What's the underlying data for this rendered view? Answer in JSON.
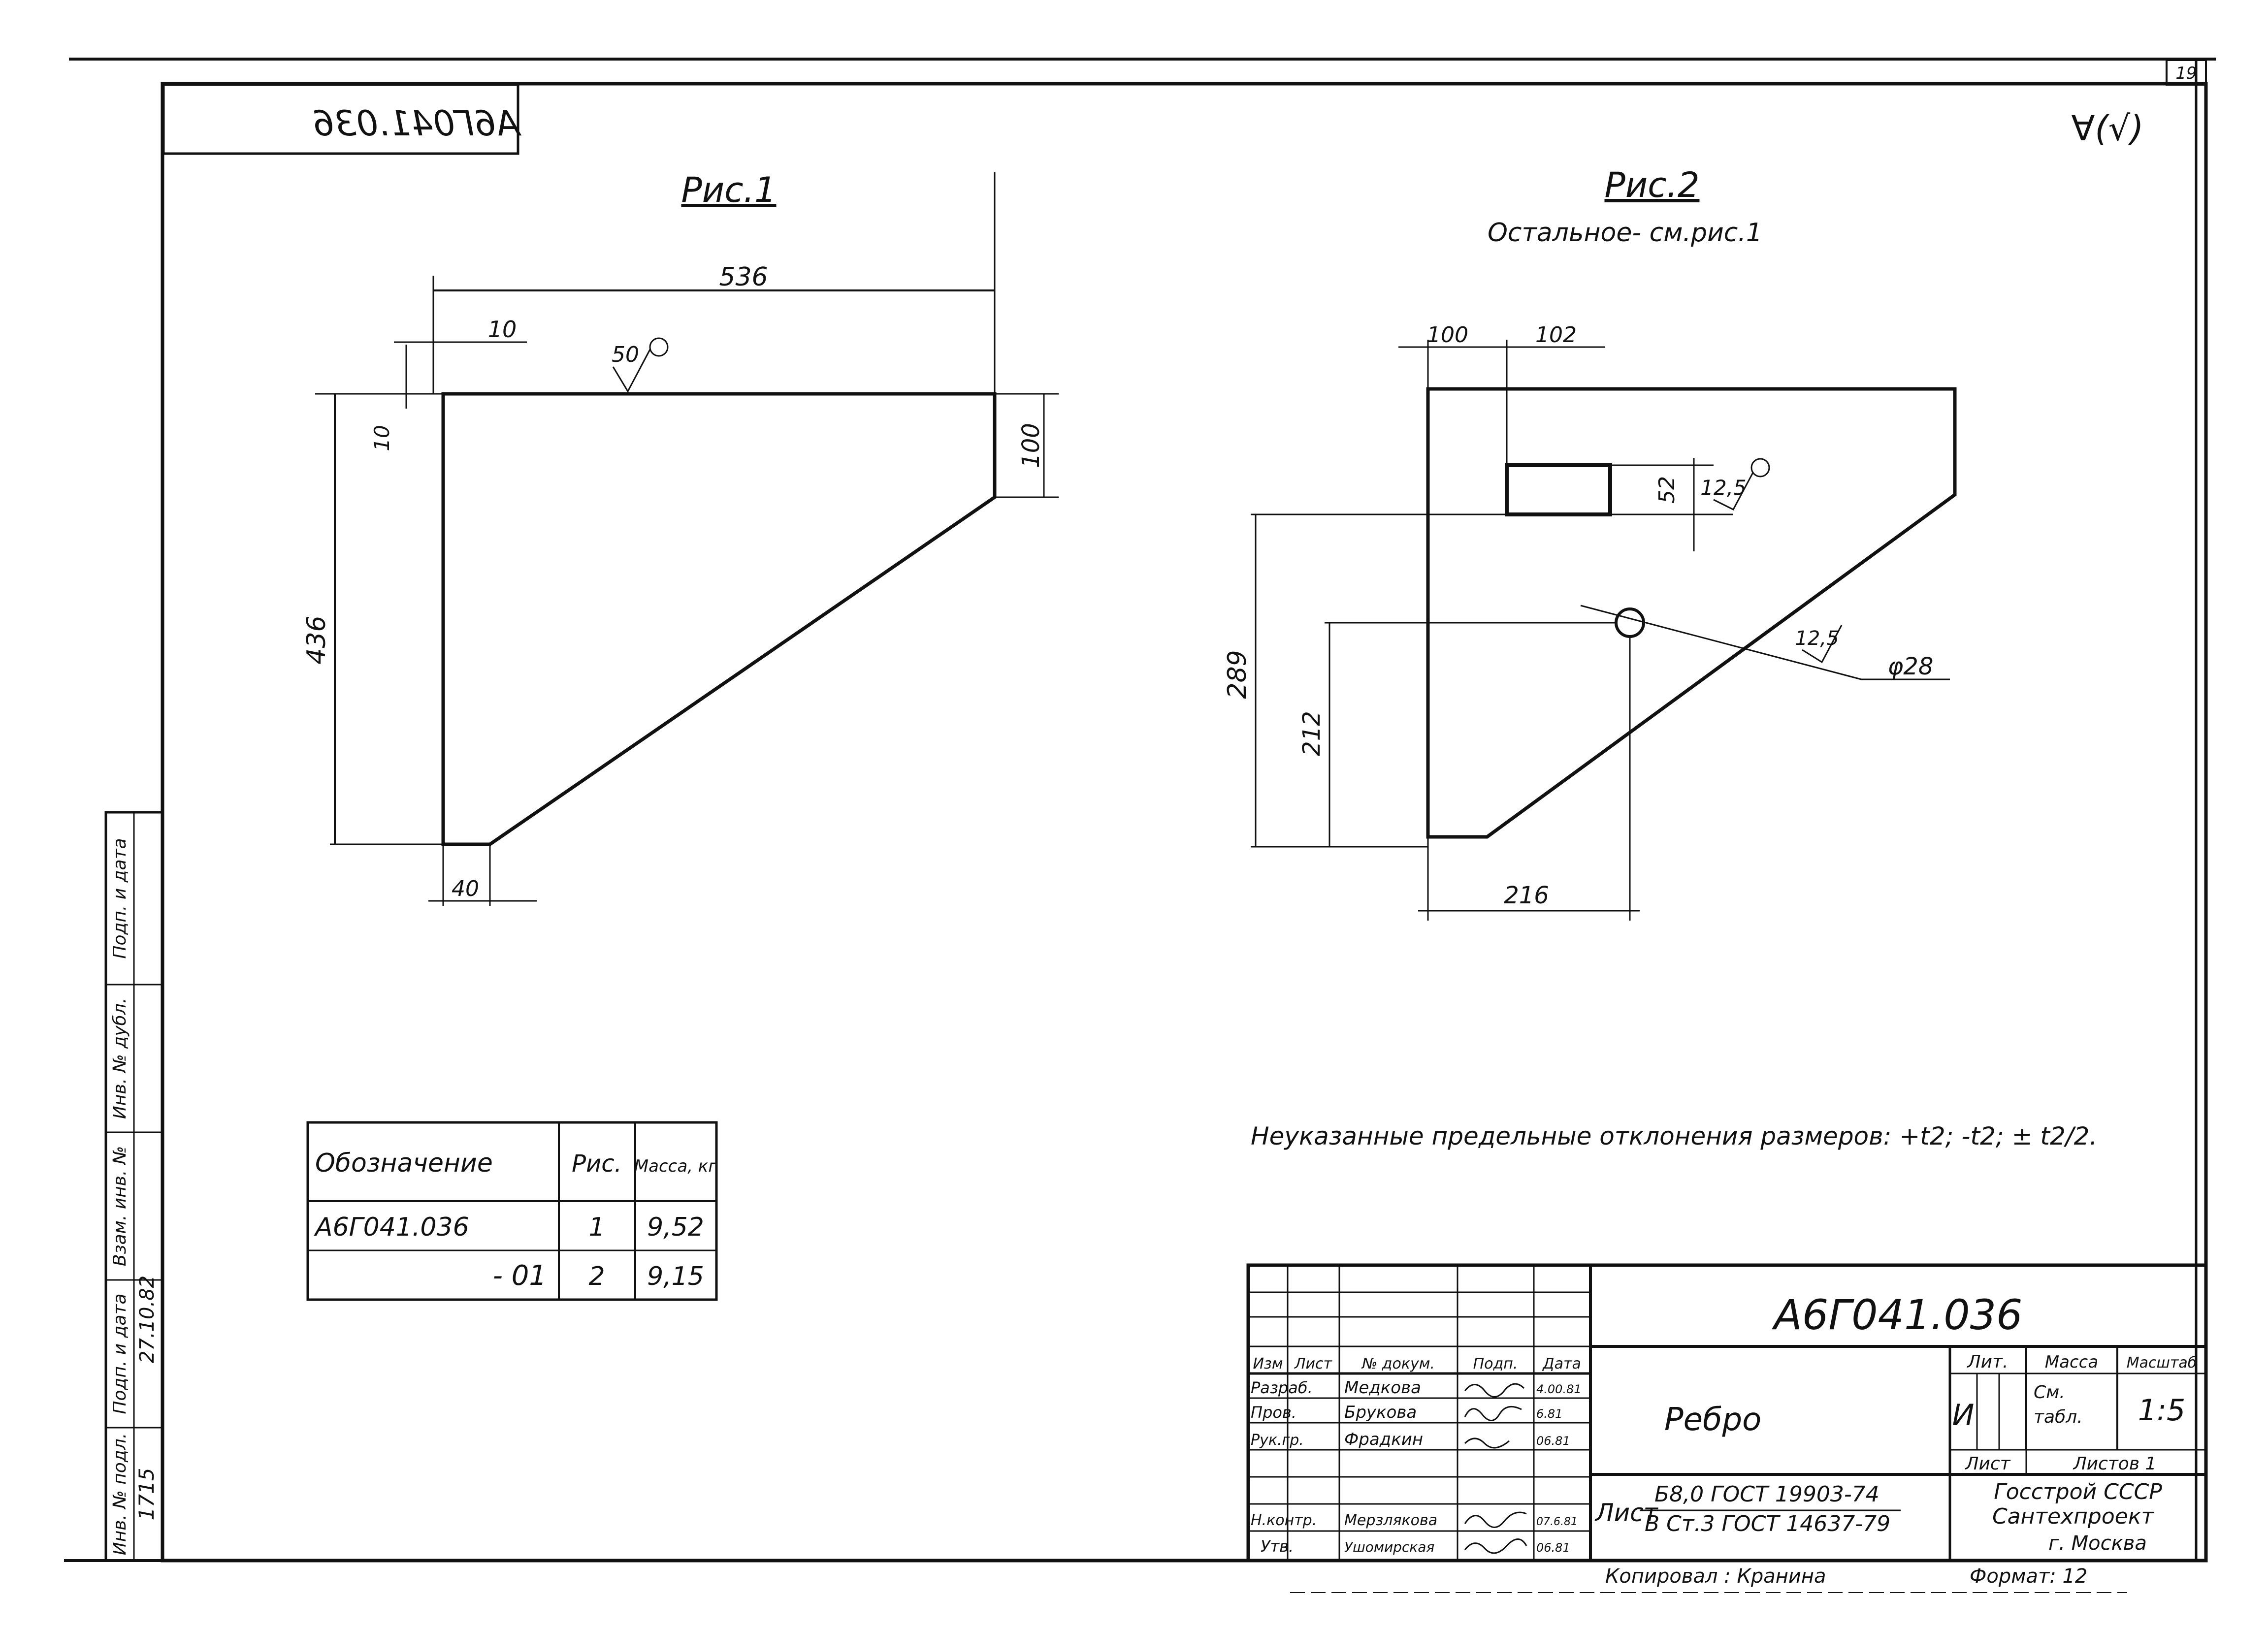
{
  "sheet_number": "19",
  "code_stamp": "А6Г041.036",
  "roughness_note": "∀(√)",
  "fig1": {
    "title": "Рис.1",
    "dims": {
      "total_width": "536",
      "offset_top": "10",
      "offset_left": "10",
      "height": "436",
      "right_edge": "100",
      "bottom": "40"
    },
    "roughness": "50"
  },
  "fig2": {
    "title": "Рис.2",
    "subtitle": "Остальное- см.рис.1",
    "dims": {
      "left": "100",
      "slot_width": "102",
      "slot_height": "52",
      "slot_roughness": "12,5",
      "hole_height": "289",
      "hole_y": "212",
      "bottom": "216",
      "hole_roughness": "12,5",
      "hole_diameter": "φ28"
    }
  },
  "table": {
    "headers": [
      "Обозначение",
      "Рис.",
      "Масса, кг"
    ],
    "rows": [
      [
        "А6Г041.036",
        "1",
        "9,52"
      ],
      [
        "- 01",
        "2",
        "9,15"
      ]
    ]
  },
  "tolerance_note": "Неуказанные предельные отклонения размеров: +t2; -t2; ± t2/2.",
  "side_strip": {
    "labels": [
      "Инв. № подл.",
      "Подп. и дата",
      "Взам. инв. №",
      "Инв. № дубл.",
      "Подп. и дата"
    ],
    "inv_number": "1715",
    "sign_date": "27.10.82"
  },
  "title_block": {
    "doc_code": "А6Г041.036",
    "part_name": "Ребро",
    "header_labels": [
      "Изм",
      "Лист",
      "№ докум.",
      "Подп.",
      "Дата"
    ],
    "signers": [
      {
        "role": "Разраб.",
        "name": "Медкова",
        "date": "4.00.81"
      },
      {
        "role": "Пров.",
        "name": "Брукова",
        "date": "6.81"
      },
      {
        "role": "Рук.гр.",
        "name": "Фрадкин",
        "date": "06.81"
      },
      {
        "role": "Н.контр.",
        "name": "Мерзлякова",
        "date": "07.6.81"
      },
      {
        "role": "Утв.",
        "name": "Ушомирская",
        "date": "06.81"
      }
    ],
    "material_prefix": "Лист",
    "material_line1": "Б8,0 ГОСТ 19903-74",
    "material_line2": "В Ст.3 ГОСТ 14637-79",
    "lit_label": "Лит.",
    "lit_value": "И",
    "mass_label": "Масса",
    "mass_value_1": "См.",
    "mass_value_2": "табл.",
    "scale_label": "Масштаб",
    "scale_value": "1:5",
    "sheet_label": "Лист",
    "sheets_label": "Листов 1",
    "org_line1": "Госстрой СССР",
    "org_line2": "Сантехпроект",
    "org_line3": "г. Москва",
    "copied_by": "Копировал : Кранина",
    "format": "Формат: 12"
  }
}
